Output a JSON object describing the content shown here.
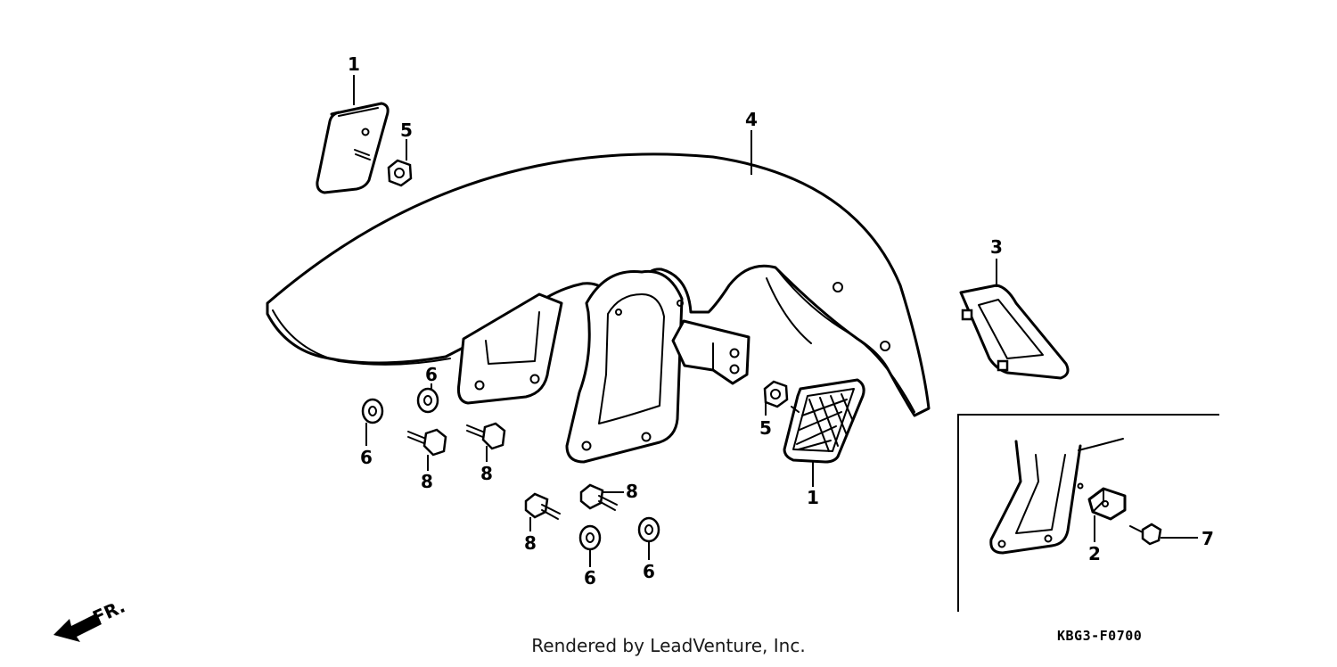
{
  "callouts": {
    "c1_top": "1",
    "c5_top": "5",
    "c4": "4",
    "c3": "3",
    "c6_a": "6",
    "c6_b": "6",
    "c8_a": "8",
    "c8_b": "8",
    "c5_mid": "5",
    "c1_mid": "1",
    "c8_c": "8",
    "c8_d": "8",
    "c6_c": "6",
    "c6_d": "6",
    "c2": "2",
    "c7": "7"
  },
  "direction_label": "FR.",
  "credit": "Rendered by LeadVenture, Inc.",
  "diagram_code": "KBG3-F0700"
}
